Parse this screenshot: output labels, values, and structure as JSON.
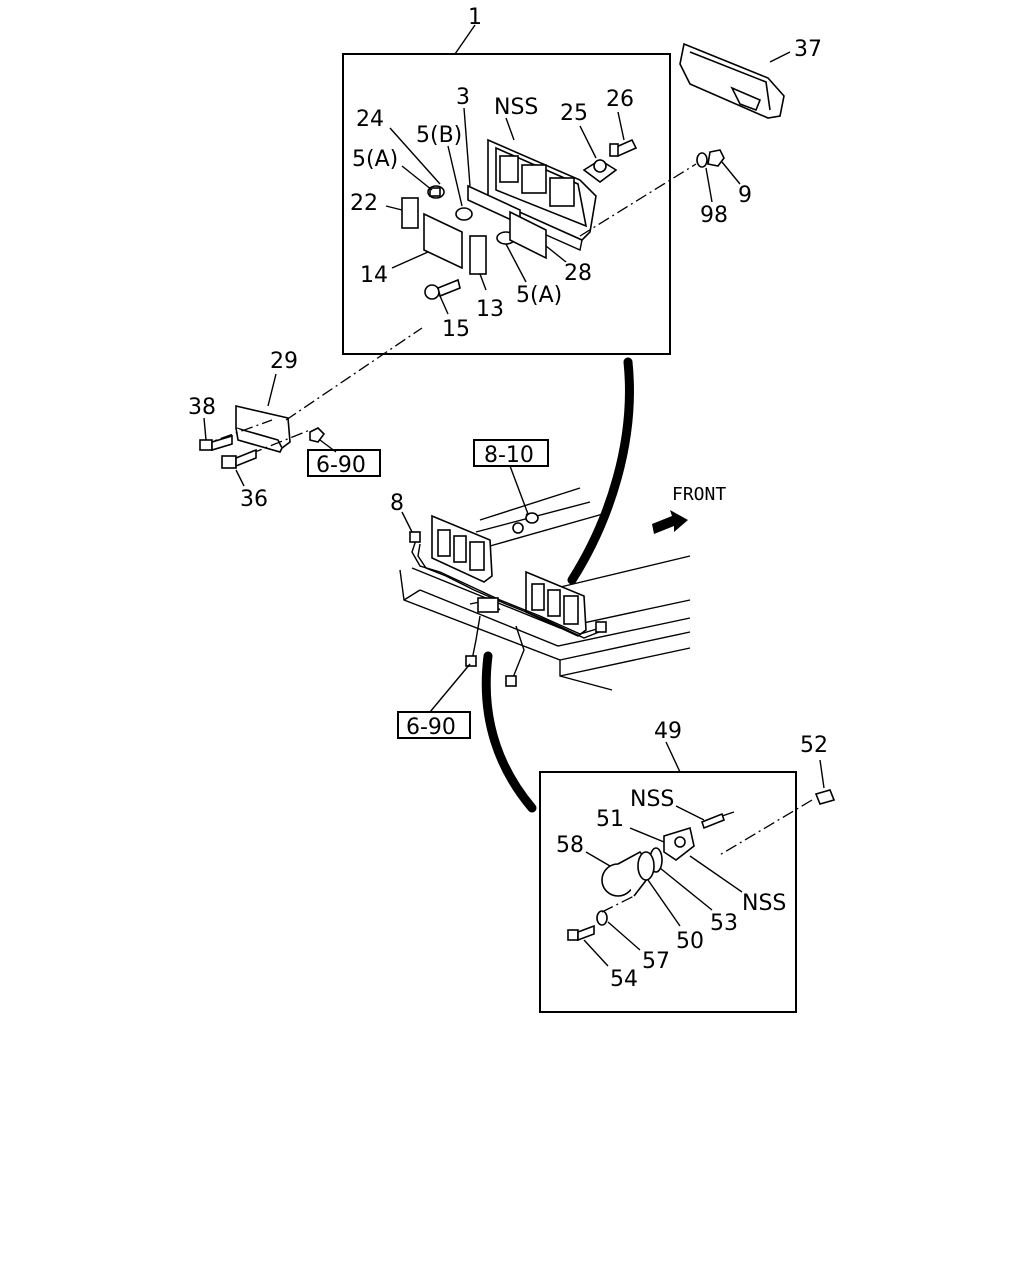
{
  "callouts": {
    "c1": "1",
    "c3": "3",
    "c9": "9",
    "c13": "13",
    "c14": "14",
    "c15": "15",
    "c22": "22",
    "c24": "24",
    "c25": "25",
    "c26": "26",
    "c28": "28",
    "c29": "29",
    "c36": "36",
    "c37": "37",
    "c38": "38",
    "c49": "49",
    "c50": "50",
    "c51": "51",
    "c52": "52",
    "c53": "53",
    "c54": "54",
    "c57": "57",
    "c58": "58",
    "c8": "8",
    "c98": "98",
    "c5a_top": "5(A)",
    "c5b": "5(B)",
    "c5a_bottom": "5(A)",
    "nss_top": "NSS",
    "nss_bulb_top": "NSS",
    "nss_bulb_right": "NSS"
  },
  "refs": {
    "ref_690_upper": "6-90",
    "ref_810": "8-10",
    "ref_690_lower": "6-90"
  },
  "direction": {
    "front_label": "FRONT",
    "arrow_icon": "front-arrow-icon"
  }
}
